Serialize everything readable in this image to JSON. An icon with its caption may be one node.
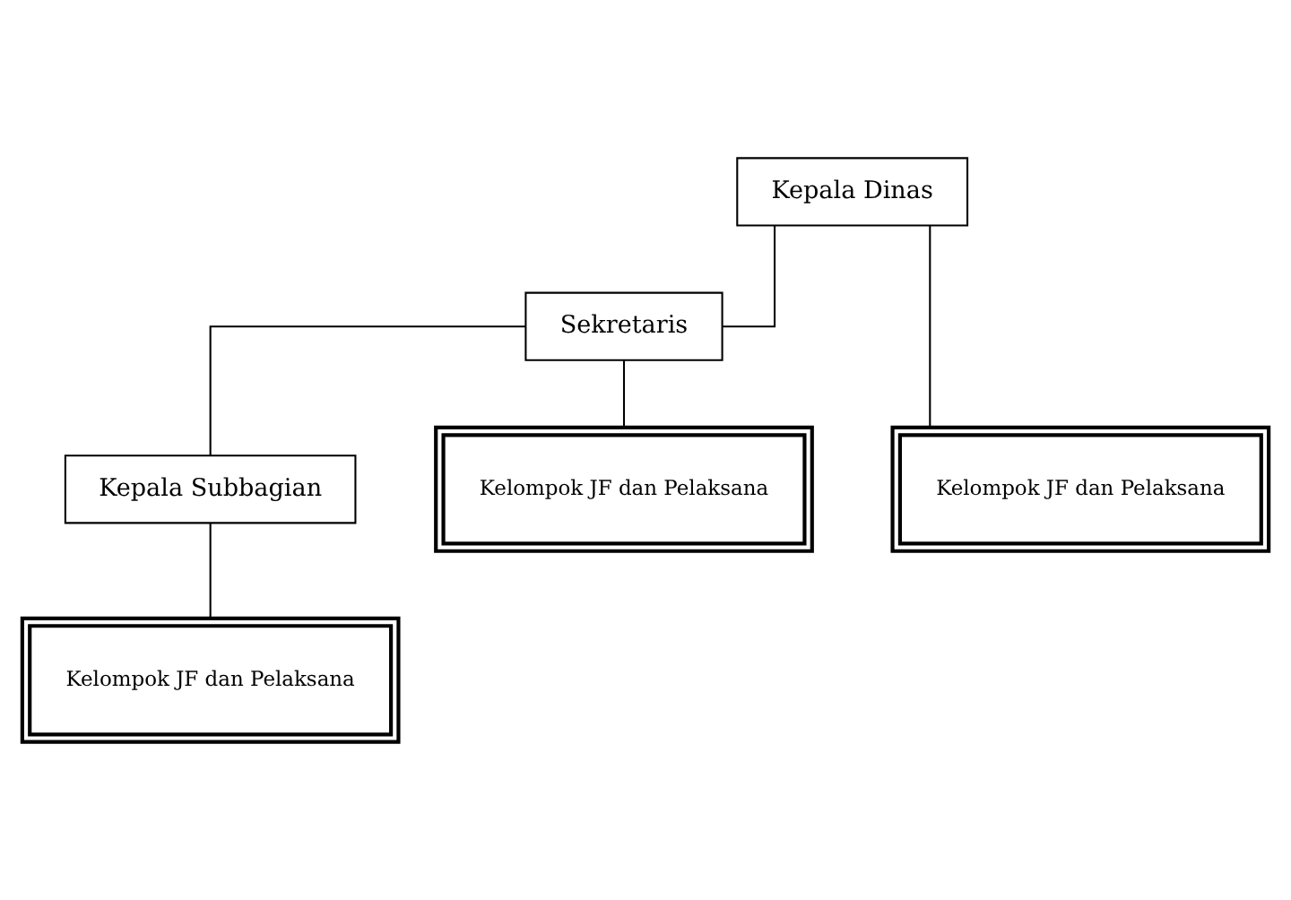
{
  "diagram": {
    "nodes": [
      {
        "text": [
          "Kepala Dinas"
        ]
      },
      {
        "text": [
          "Sekretaris"
        ]
      },
      {
        "text": [
          "Kepala Subbagian"
        ]
      },
      {
        "text": [
          "Kelompok JF dan Pelaksana"
        ]
      },
      {
        "text": [
          "Kelompok JF dan Pelaksana"
        ]
      },
      {
        "text": [
          "Kelompok JF dan Pelaksana"
        ]
      }
    ],
    "edges": [
      {
        "from": 0,
        "to": 3,
        "arrow": "none"
      },
      {
        "from": 0,
        "to": 1,
        "arrow": "none"
      },
      {
        "from": 1,
        "to": 4,
        "arrow": "none"
      },
      {
        "from": 1,
        "to": 2,
        "arrow": "none"
      },
      {
        "from": 2,
        "to": 5,
        "arrow": "none"
      }
    ]
  }
}
